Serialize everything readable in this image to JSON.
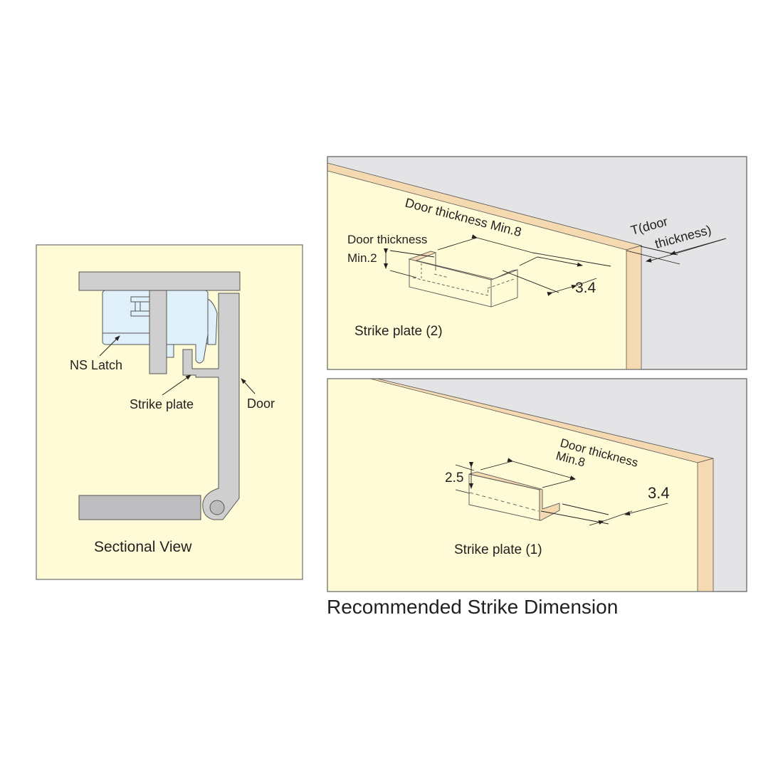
{
  "colors": {
    "panel_bg": "#fffbd6",
    "panel_border": "#6d6d6d",
    "wall_gray": "#e4e4e6",
    "part_gray": "#cfcfd0",
    "latch_blue": "#dff0fb",
    "door_edge": "#f5d9b0",
    "text": "#231f20"
  },
  "sectional_view": {
    "title": "Sectional View",
    "labels": {
      "latch": "NS Latch",
      "strike_plate": "Strike plate",
      "door": "Door"
    }
  },
  "strike_plate_2": {
    "title": "Strike plate (2)",
    "dim_height_label_line1": "Door thickness",
    "dim_height_label_line2": "Min.2",
    "dim_length_label": "Door thickness Min.8",
    "dim_depth_label": "3.4",
    "door_thickness_label_line1": "T(door",
    "door_thickness_label_line2": "thickness)"
  },
  "strike_plate_1": {
    "title": "Strike plate (1)",
    "dim_height_label": "2.5",
    "dim_length_label_line1": "Door thickness",
    "dim_length_label_line2": "Min.8",
    "dim_depth_label": "3.4"
  },
  "caption": "Recommended Strike Dimension"
}
